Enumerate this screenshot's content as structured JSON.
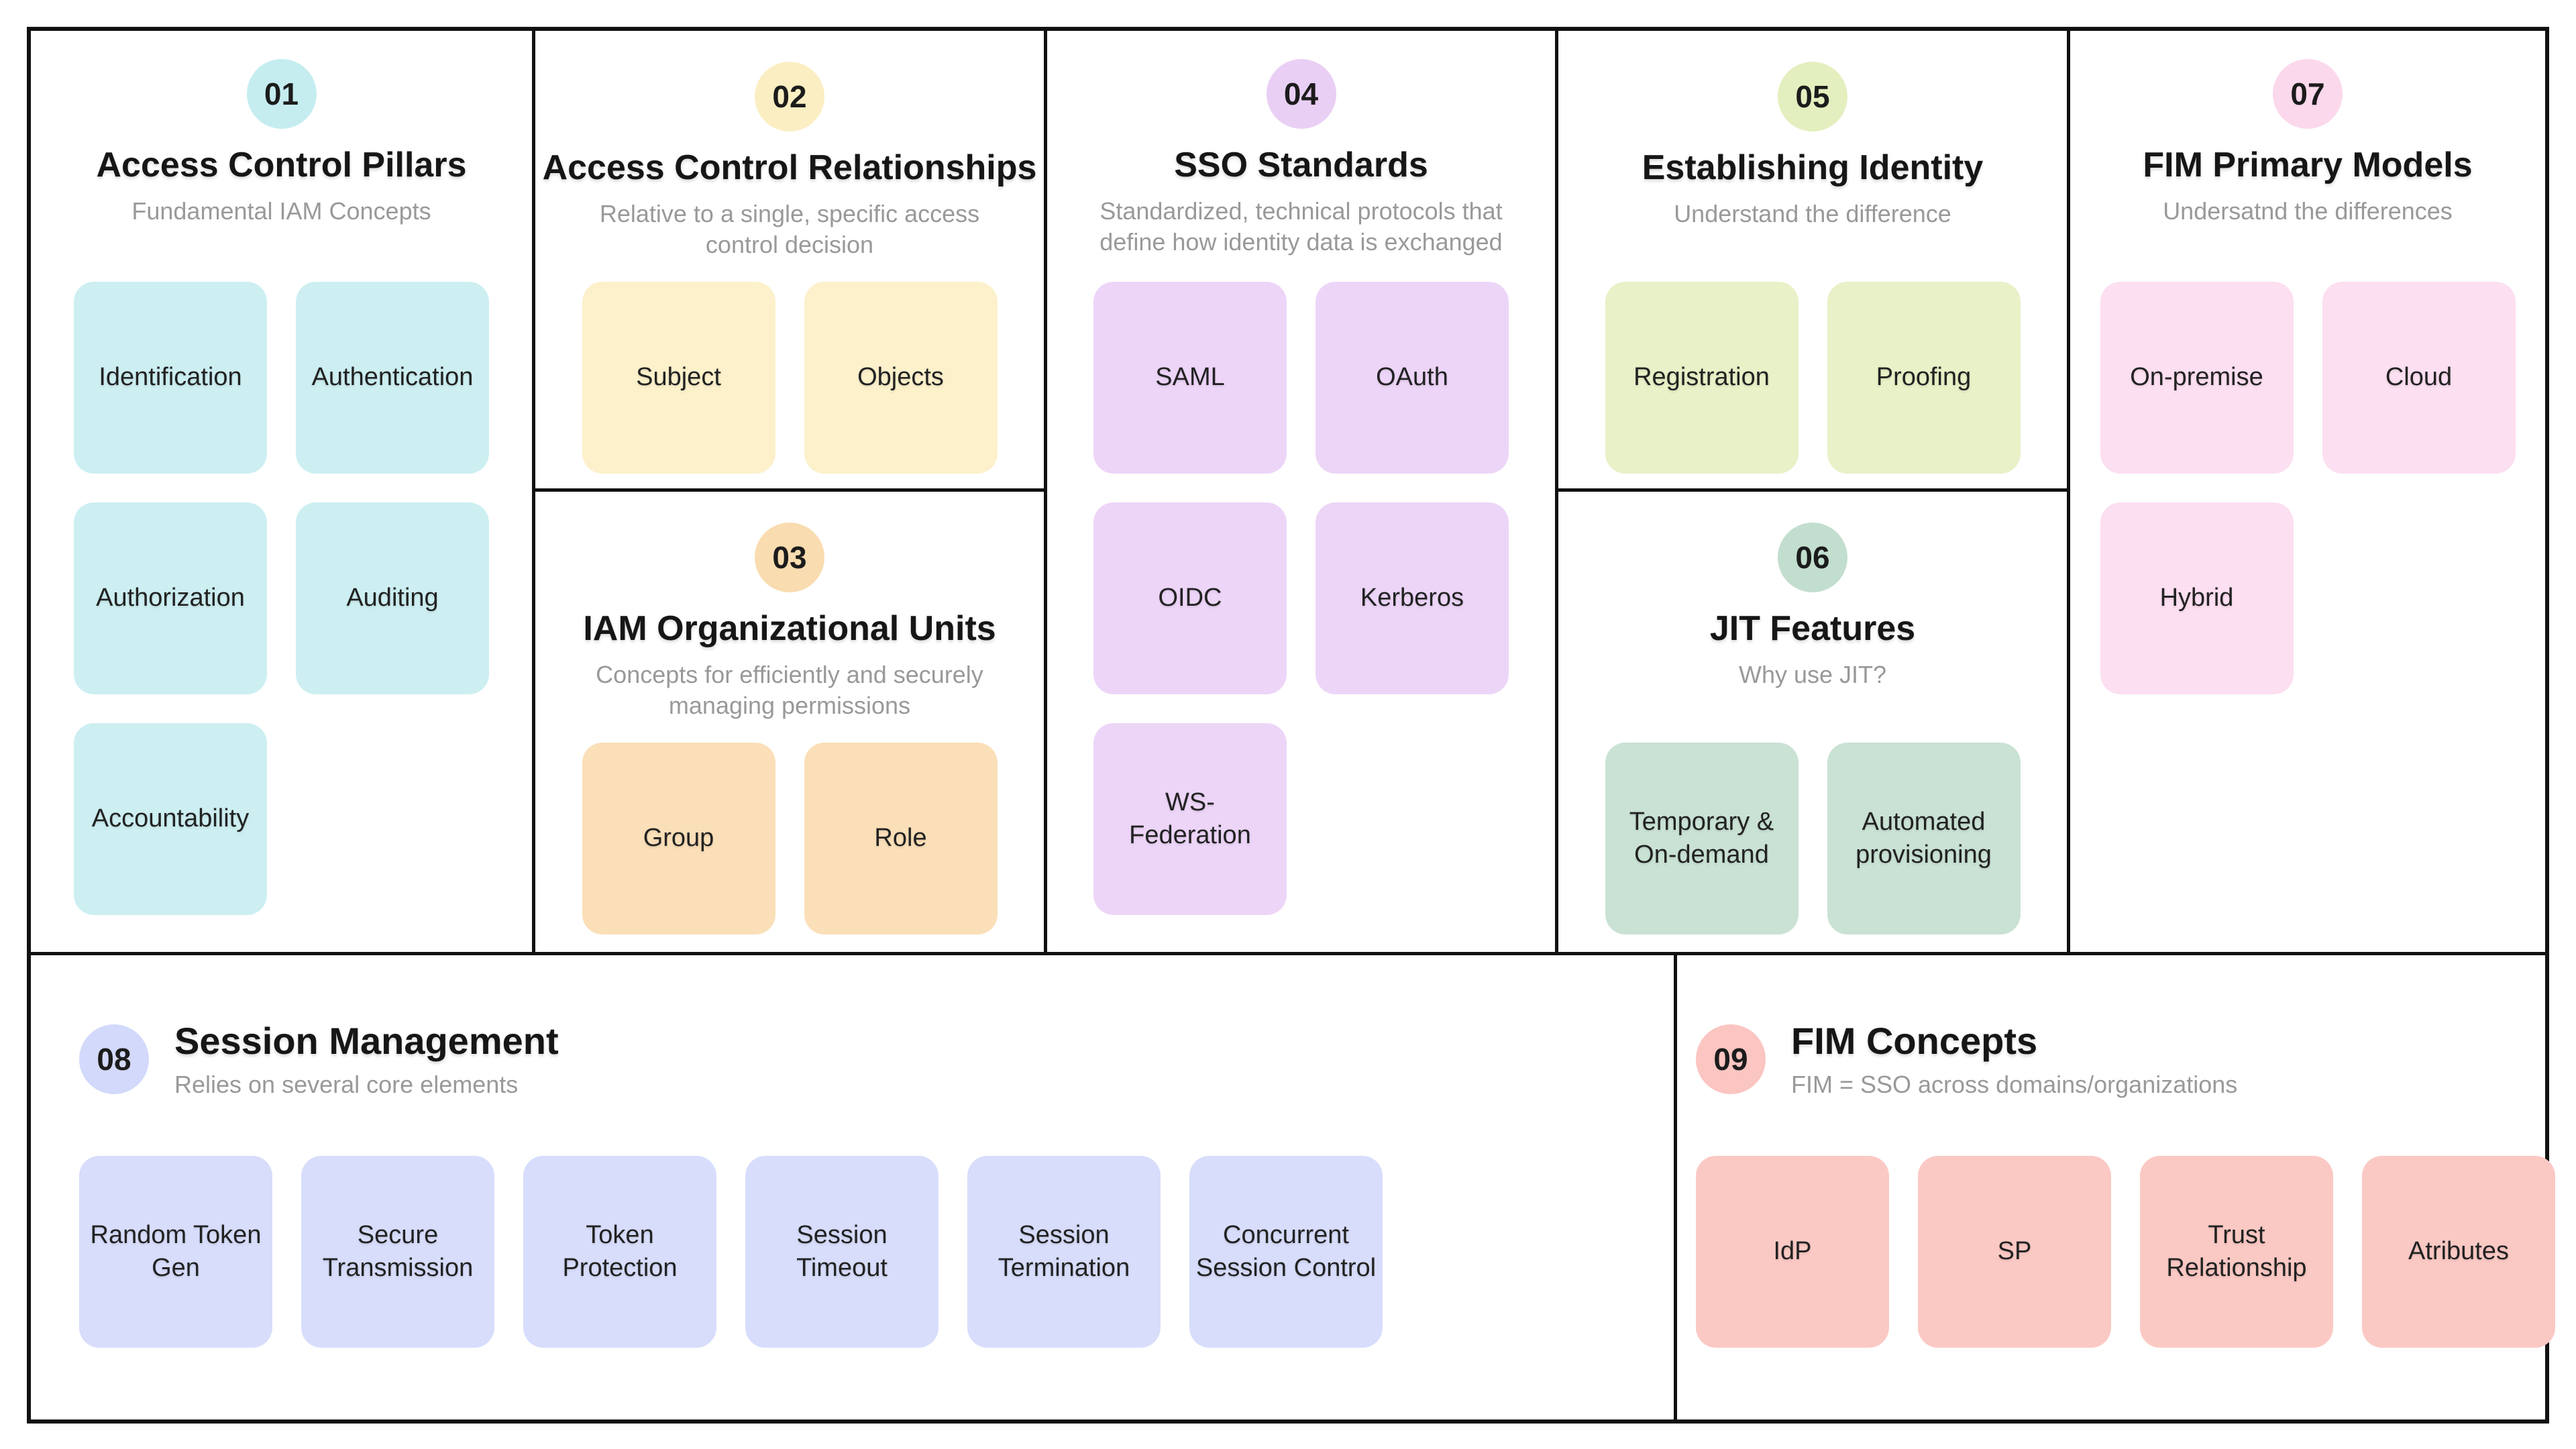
{
  "page": {
    "background": "#ffffff",
    "line_color": "#111111",
    "title_color": "#161616",
    "subtitle_color": "#999999"
  },
  "sections": [
    {
      "number": "01",
      "title": "Access Control Pillars",
      "subtitle": "Fundamental IAM Concepts",
      "card_color": "#CDEFF2",
      "circle_color": "#C5EDF0",
      "cards": [
        "Identification",
        "Authentication",
        "Authorization",
        "Auditing",
        "Accountability"
      ]
    },
    {
      "number": "02",
      "title": "Access Control Relationships",
      "subtitle": "Relative to a single, specific access control decision",
      "card_color": "#FCF1CB",
      "circle_color": "#FBEEC3",
      "cards": [
        "Subject",
        "Objects"
      ]
    },
    {
      "number": "03",
      "title": "IAM Organizational Units",
      "subtitle": "Concepts for efficiently and securely managing permissions",
      "card_color": "#FADFB8",
      "circle_color": "#F9DCB0",
      "cards": [
        "Group",
        "Role"
      ]
    },
    {
      "number": "04",
      "title": "SSO Standards",
      "subtitle": "Standardized, technical protocols that define how identity data is exchanged",
      "card_color": "#EDD5F8",
      "circle_color": "#EACFF5",
      "cards": [
        "SAML",
        "OAuth",
        "OIDC",
        "Kerberos",
        "WS-\nFederation"
      ]
    },
    {
      "number": "05",
      "title": "Establishing Identity",
      "subtitle": "Understand the difference",
      "card_color": "#E8F1C7",
      "circle_color": "#E4EFBF",
      "cards": [
        "Registration",
        "Proofing"
      ]
    },
    {
      "number": "06",
      "title": "JIT Features",
      "subtitle": "Why use JIT?",
      "card_color": "#C9E2D4",
      "circle_color": "#C2DECE",
      "cards": [
        "Temporary &\nOn-demand",
        "Automated\nprovisioning"
      ]
    },
    {
      "number": "07",
      "title": "FIM Primary Models",
      "subtitle": "Undersatnd the differences",
      "card_color": "#FCDFF1",
      "circle_color": "#FBD8EC",
      "cards": [
        "On-premise",
        "Cloud",
        "Hybrid"
      ]
    },
    {
      "number": "08",
      "title": "Session Management",
      "subtitle": "Relies on several core elements",
      "card_color": "#D7DDFB",
      "circle_color": "#D2D9FA",
      "cards": [
        "Random Token\nGen",
        "Secure\nTransmission",
        "Token\nProtection",
        "Session Timeout",
        "Session\nTermination",
        "Concurrent\nSession Control"
      ]
    },
    {
      "number": "09",
      "title": "FIM Concepts",
      "subtitle": "FIM = SSO across domains/organizations",
      "card_color": "#FBC9C4",
      "circle_color": "#FBC5C1",
      "cards": [
        "IdP",
        "SP",
        "Trust\nRelationship",
        "Atributes"
      ]
    }
  ]
}
